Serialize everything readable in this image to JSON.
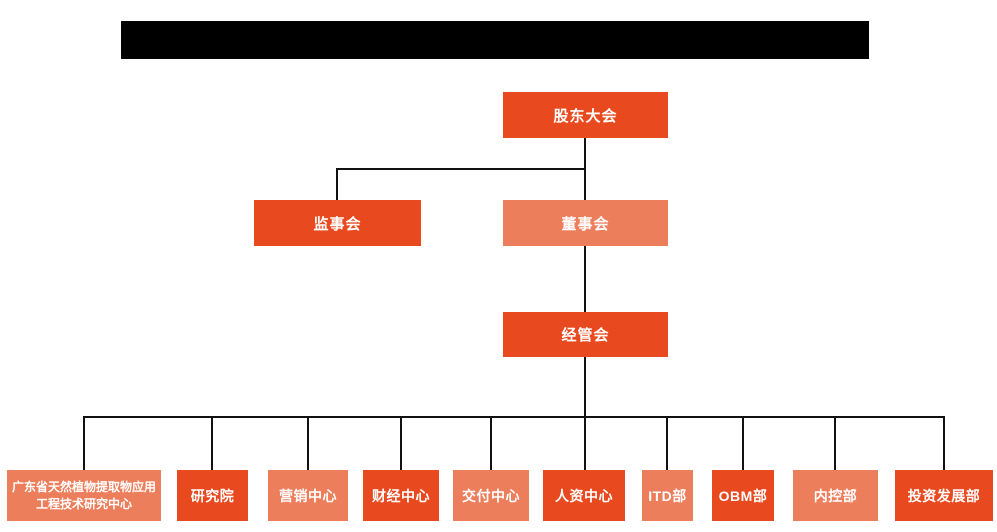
{
  "chart": {
    "type": "org-chart",
    "root": {
      "label": "股东大会",
      "variant": "dark"
    },
    "level2": [
      {
        "label": "监事会",
        "variant": "dark"
      },
      {
        "label": "董事会",
        "variant": "light"
      }
    ],
    "level3": {
      "label": "经管会",
      "variant": "dark"
    },
    "departments": [
      {
        "label": "广东省天然植物提取物应用工程技术研究中心",
        "variant": "light"
      },
      {
        "label": "研究院",
        "variant": "dark"
      },
      {
        "label": "营销中心",
        "variant": "light"
      },
      {
        "label": "财经中心",
        "variant": "dark"
      },
      {
        "label": "交付中心",
        "variant": "light"
      },
      {
        "label": "人资中心",
        "variant": "dark"
      },
      {
        "label": "ITD部",
        "variant": "light"
      },
      {
        "label": "OBM部",
        "variant": "dark"
      },
      {
        "label": "内控部",
        "variant": "light"
      },
      {
        "label": "投资发展部",
        "variant": "dark"
      }
    ]
  },
  "colors": {
    "primary_orange": "#E8491E",
    "secondary_salmon": "#ED7E5C",
    "connector_line": "#111111",
    "redaction_bar": "#000000",
    "node_text": "#FFFFFF",
    "background": "#FFFFFF"
  }
}
